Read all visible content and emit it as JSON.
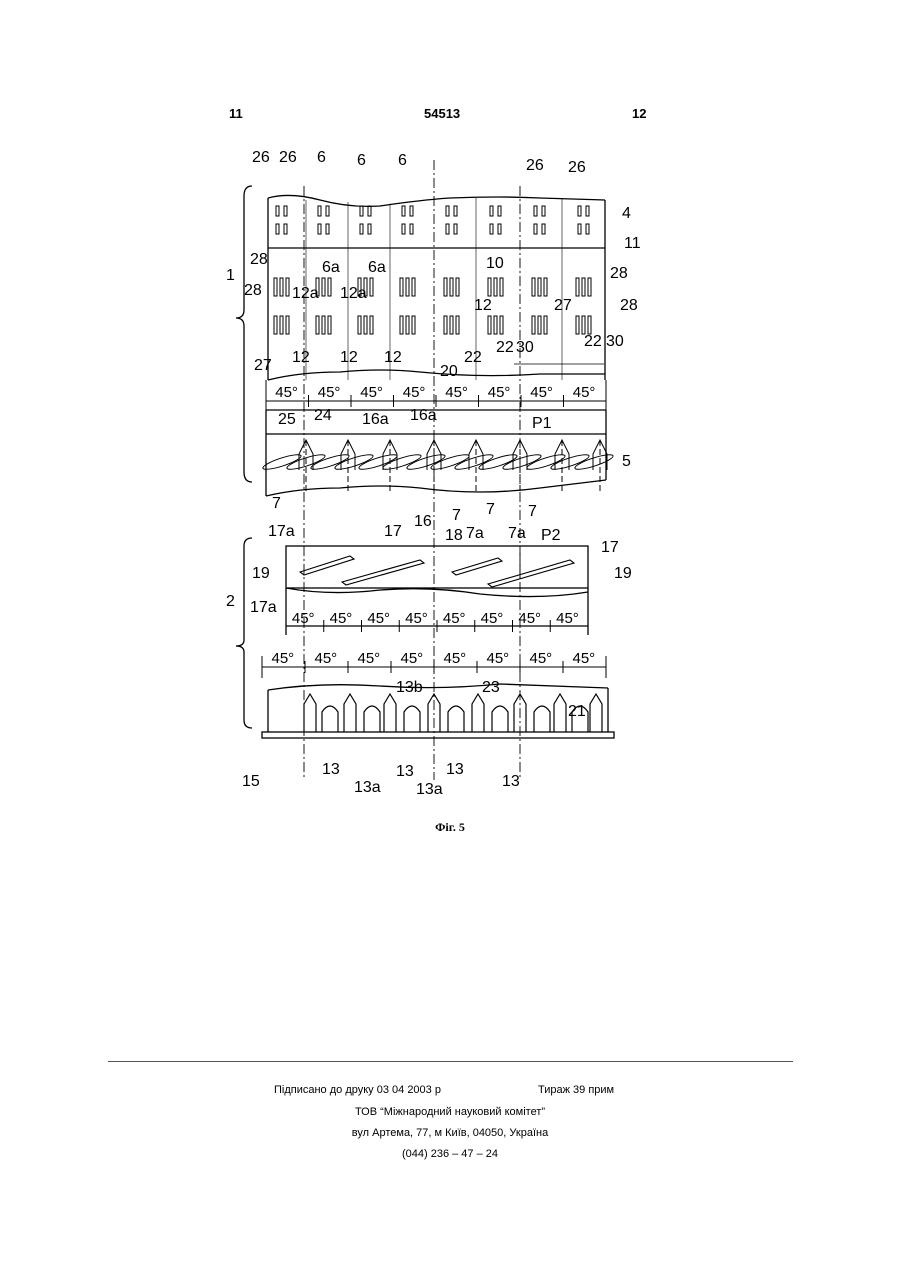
{
  "header": {
    "left_page": "11",
    "patent_number": "54513",
    "right_page": "12"
  },
  "figure": {
    "caption": "Фіг. 5",
    "labels": {
      "l26": "26",
      "l6": "6",
      "l4": "4",
      "l11": "11",
      "l1": "1",
      "l6a": "6a",
      "l10": "10",
      "l28": "28",
      "l12a": "12a",
      "l12": "12",
      "l27": "27",
      "l22": "22",
      "l20": "20",
      "l30": "30",
      "l25": "25",
      "l24": "24",
      "l16a": "16a",
      "lP1": "P1",
      "l5": "5",
      "l7": "7",
      "l7a": "7a",
      "l16": "16",
      "l17a": "17a",
      "l17": "17",
      "l18": "18",
      "lP2": "P2",
      "l19": "19",
      "l2": "2",
      "l13b": "13b",
      "l23": "23",
      "l21": "21",
      "l15": "15",
      "l13": "13",
      "l13a": "13a",
      "deg45": "45°"
    }
  },
  "footer": {
    "signed": "Підписано до друку 03 04 2003 р",
    "circulation": "Тираж 39 прим",
    "org": "ТОВ “Міжнародний науковий комітет”",
    "address": "вул  Артема, 77, м  Київ, 04050, Україна",
    "phone": "(044) 236 – 47 – 24"
  }
}
